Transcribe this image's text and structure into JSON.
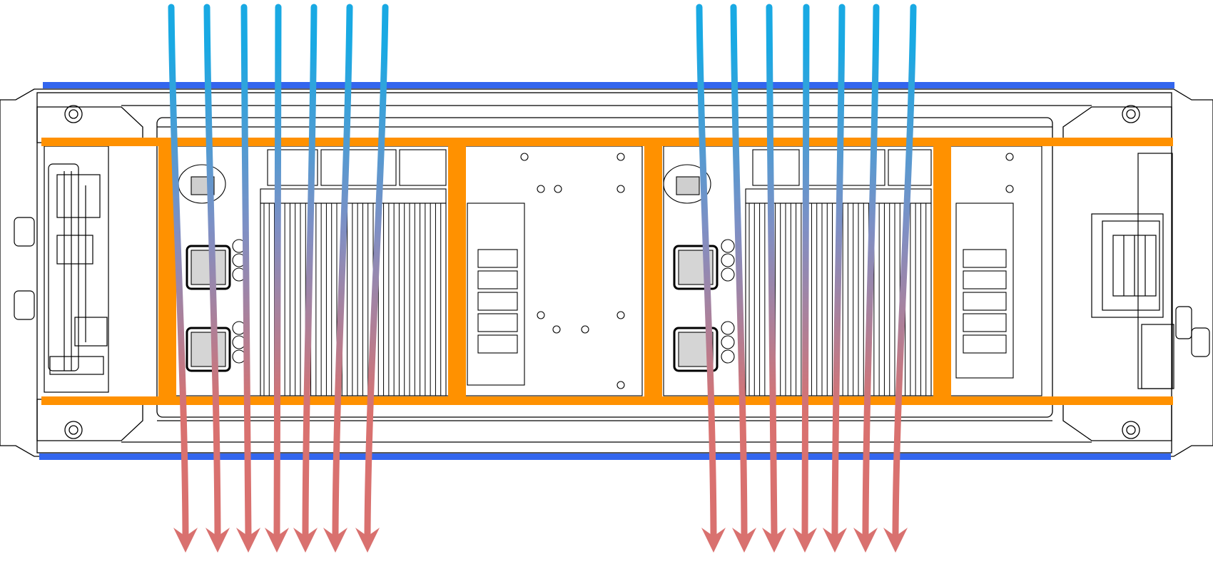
{
  "diagram": {
    "subject": "inverter-chassis-top-view",
    "airflow": {
      "inlet_color": "#1aa8e0",
      "outlet_color": "#d9716f",
      "left_group_arrows": 7,
      "right_group_arrows": 7,
      "direction": "top-to-bottom"
    },
    "colors": {
      "duct_orange": "#ff9100",
      "rail_blue": "#3366ee",
      "outline": "#000000"
    },
    "labels": []
  }
}
